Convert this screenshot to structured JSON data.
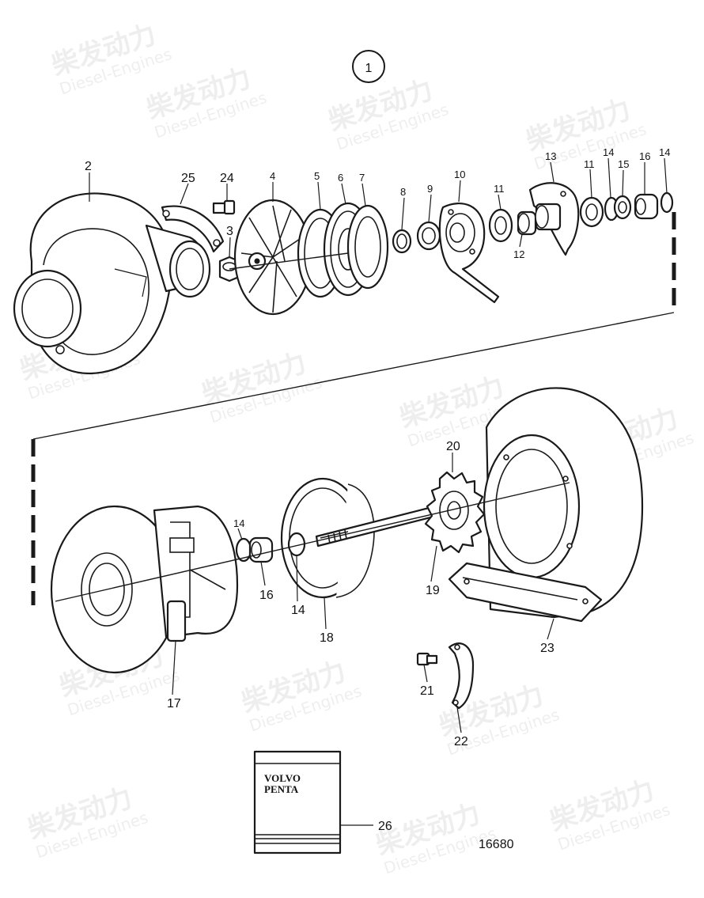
{
  "diagram": {
    "group_number": "1",
    "drawing_number": "16680",
    "manual_brand": [
      "VOLVO",
      "PENTA"
    ],
    "labels": {
      "p2": "2",
      "p25": "25",
      "p24": "24",
      "p3": "3",
      "p4": "4",
      "p5": "5",
      "p6": "6",
      "p7": "7",
      "p8": "8",
      "p9": "9",
      "p10": "10",
      "p11a": "11",
      "p12": "12",
      "p13": "13",
      "p11b": "11",
      "p14a": "14",
      "p15": "15",
      "p16a": "16",
      "p14b": "14",
      "p14c": "14",
      "p16b": "16",
      "p14d": "14",
      "p17": "17",
      "p18": "18",
      "p19": "19",
      "p20": "20",
      "p21": "21",
      "p22": "22",
      "p23": "23",
      "p26": "26"
    }
  },
  "watermark": {
    "brand_cn": "柴发动力",
    "brand_en": "Diesel-Engines"
  }
}
